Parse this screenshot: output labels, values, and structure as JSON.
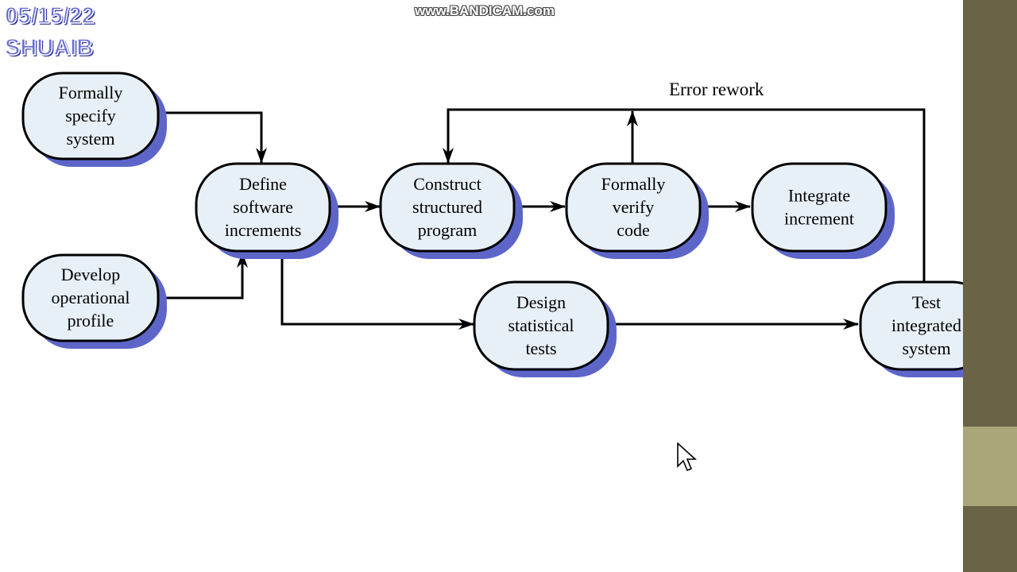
{
  "overlay": {
    "date_stamp": "05/15/22",
    "name_stamp": "SHUAIB",
    "watermark": "www.BANDICAM.com"
  },
  "diagram": {
    "nodes": [
      {
        "id": "formally-specify-system",
        "lines": [
          "Formally",
          "specify",
          "system"
        ]
      },
      {
        "id": "develop-operational-profile",
        "lines": [
          "Develop",
          "operational",
          "profile"
        ]
      },
      {
        "id": "define-software-increments",
        "lines": [
          "Define",
          "software",
          "increments"
        ]
      },
      {
        "id": "construct-structured-program",
        "lines": [
          "Construct",
          "structured",
          "program"
        ]
      },
      {
        "id": "formally-verify-code",
        "lines": [
          "Formally",
          "verify",
          "code"
        ]
      },
      {
        "id": "integrate-increment",
        "lines": [
          "Integrate",
          "increment"
        ]
      },
      {
        "id": "design-statistical-tests",
        "lines": [
          "Design",
          "statistical",
          "tests"
        ]
      },
      {
        "id": "test-integrated-system",
        "lines": [
          "Test",
          "integrated",
          "system"
        ]
      }
    ],
    "edges": [
      {
        "from": "formally-specify-system",
        "to": "define-software-increments"
      },
      {
        "from": "develop-operational-profile",
        "to": "define-software-increments"
      },
      {
        "from": "define-software-increments",
        "to": "construct-structured-program"
      },
      {
        "from": "construct-structured-program",
        "to": "formally-verify-code"
      },
      {
        "from": "formally-verify-code",
        "to": "integrate-increment"
      },
      {
        "from": "define-software-increments",
        "to": "design-statistical-tests"
      },
      {
        "from": "design-statistical-tests",
        "to": "test-integrated-system"
      },
      {
        "from": "formally-verify-code",
        "to": "construct-structured-program",
        "label": ""
      },
      {
        "from": "test-integrated-system",
        "to": "construct-structured-program",
        "label": "Error rework"
      }
    ],
    "colors": {
      "node_fill": "#e8f0f7",
      "node_shadow": "#5d66c8",
      "side_bar_dark": "#6b6346",
      "side_bar_light": "#a9a67a",
      "stamp": "#6a6fd6"
    }
  }
}
